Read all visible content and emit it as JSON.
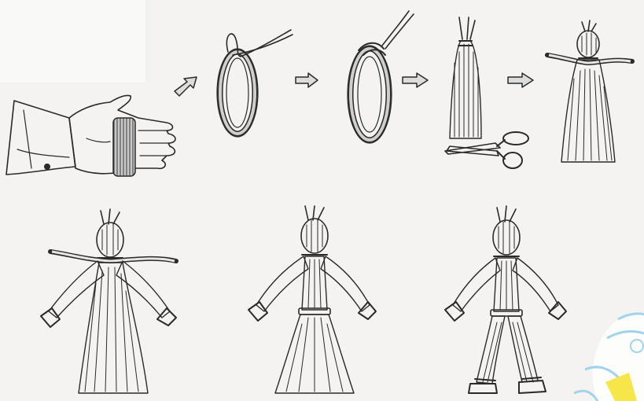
{
  "figure": {
    "type": "instructional-illustration",
    "steps": [
      {
        "id": "wrap-thread-around-hand",
        "icon": "hand-wrapped-with-thread-icon"
      },
      {
        "id": "loop-of-threads",
        "icon": "thread-loop-icon"
      },
      {
        "id": "tie-top-of-loop",
        "icon": "tied-thread-loop-icon"
      },
      {
        "id": "cut-bottom-of-loop",
        "icon": "scissors-cutting-threads-icon"
      },
      {
        "id": "tie-head-insert-arms",
        "icon": "doll-head-arms-icon"
      },
      {
        "id": "doll-with-arms",
        "icon": "thread-doll-arms-icon"
      },
      {
        "id": "doll-with-waist",
        "icon": "thread-doll-skirt-icon"
      },
      {
        "id": "doll-with-legs",
        "icon": "thread-doll-legs-icon"
      }
    ],
    "colors": {
      "background": "#f4f3f1",
      "ink": "#2a2a2a",
      "thread_fill": "#b9b9b9",
      "arrow_fill": "#dcdcdc",
      "corner_decoration": "#9fd3ee"
    }
  }
}
